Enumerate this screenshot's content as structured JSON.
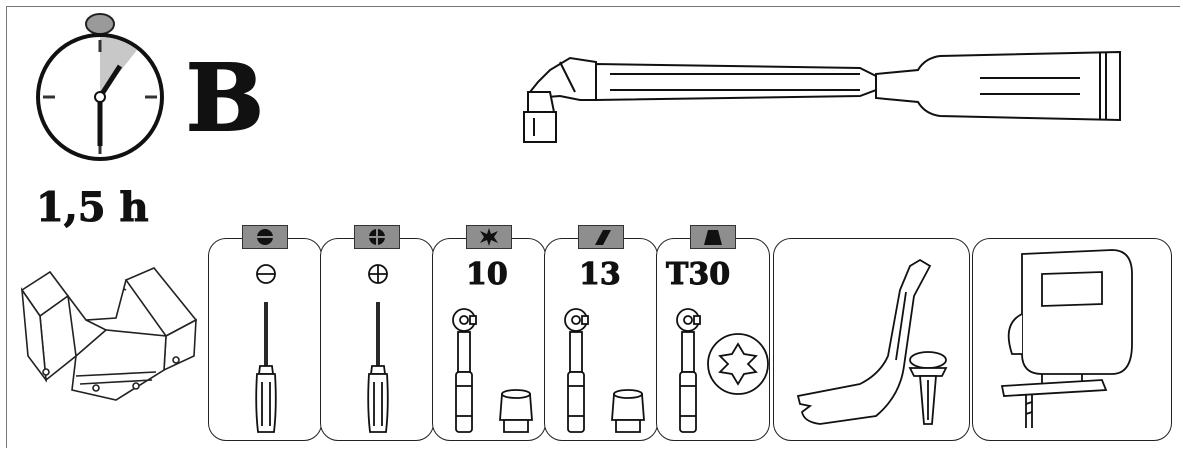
{
  "difficulty": {
    "letter": "B"
  },
  "time": {
    "duration": "1,5 h"
  },
  "tools": [
    {
      "id": "flat-screwdriver",
      "icon": "flat-head-icon"
    },
    {
      "id": "phillips-screwdriver",
      "icon": "phillips-head-icon"
    },
    {
      "id": "socket-10",
      "icon": "hex-socket-icon",
      "size_label": "10"
    },
    {
      "id": "socket-13",
      "icon": "square-socket-icon",
      "size_label": "13"
    },
    {
      "id": "socket-t30",
      "icon": "torx-socket-icon",
      "size_label": "T30"
    },
    {
      "id": "trim-removal-tool",
      "icon": "pry-tool-icon"
    },
    {
      "id": "jigsaw",
      "icon": "jigsaw-icon"
    }
  ],
  "colors": {
    "ink": "#111111",
    "badge": "#8e8e8e",
    "clock_sector": "#c8c8c8"
  }
}
